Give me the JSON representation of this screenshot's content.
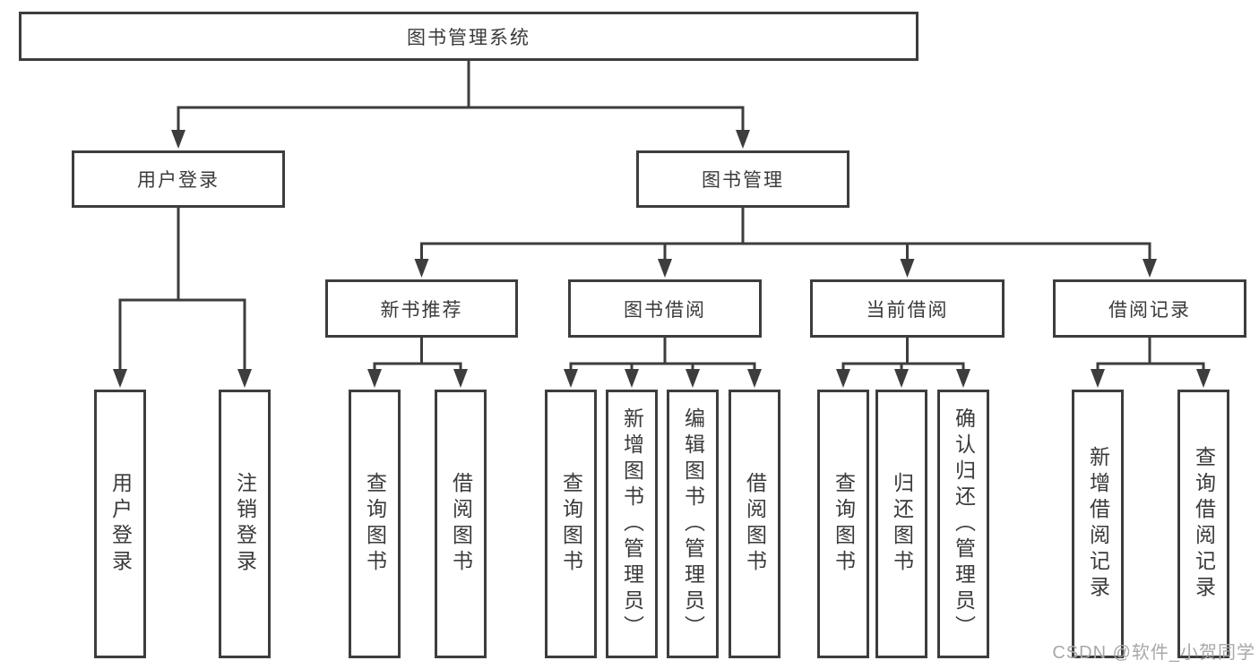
{
  "diagram": {
    "root": {
      "label": "图书管理系统"
    },
    "level2": [
      {
        "label": "用户登录"
      },
      {
        "label": "图书管理"
      }
    ],
    "level3": [
      {
        "label": "新书推荐"
      },
      {
        "label": "图书借阅"
      },
      {
        "label": "当前借阅"
      },
      {
        "label": "借阅记录"
      }
    ],
    "leaves": {
      "login": [
        "用户登录",
        "注销登录"
      ],
      "recommend": [
        "查询图书",
        "借阅图书"
      ],
      "borrow": [
        "查询图书",
        "新增图书（管理员）",
        "编辑图书（管理员）",
        "借阅图书"
      ],
      "current": [
        "查询图书",
        "归还图书",
        "确认归还（管理员）"
      ],
      "records": [
        "新增借阅记录",
        "查询借阅记录"
      ]
    },
    "colors": {
      "line": "#3d3d3d",
      "text": "#3a3a3a",
      "box_background": "#ffffff",
      "page_background": "#ffffff",
      "watermark": "#a8a8a8"
    }
  },
  "watermark": {
    "text": "CSDN @软件_小贺同学"
  }
}
